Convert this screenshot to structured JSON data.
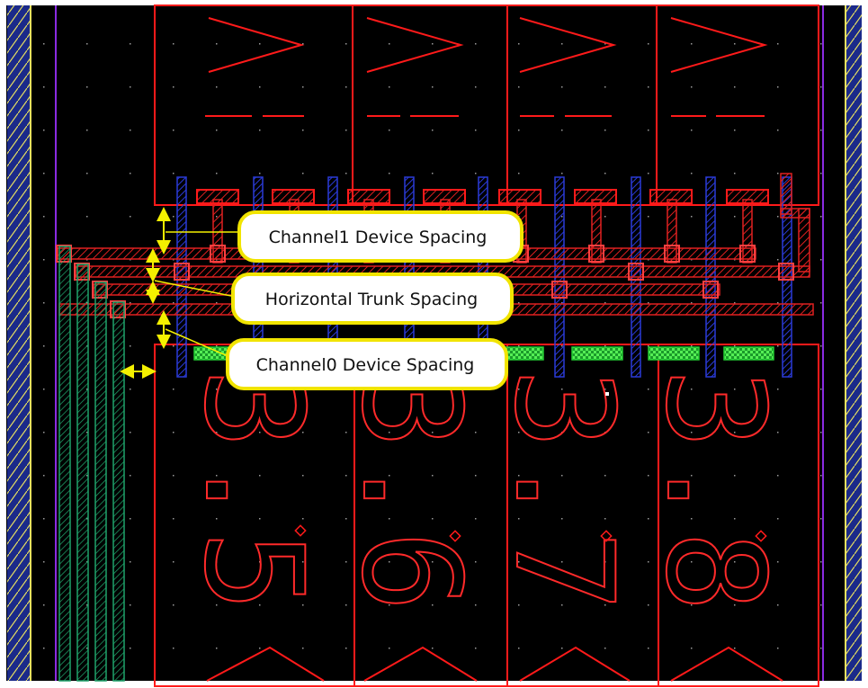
{
  "colors": {
    "background": "#000000",
    "device_outline": "#ff1a1a",
    "metal_red": "#e02020",
    "metal_blue": "#2a3bd8",
    "trunk_green": "#1fa36a",
    "diffusion_green": "#22cc33",
    "boundary_purple": "#8a2be2",
    "rail_blue": "#3a5bd8",
    "rail_yellow": "#e8e060",
    "arrow_yellow": "#f4f000",
    "callout_fill": "#ffffff",
    "callout_border": "#f1e400"
  },
  "callouts": [
    {
      "id": "channel1",
      "text": "Channel1 Device Spacing"
    },
    {
      "id": "trunk",
      "text": "Horizontal Trunk Spacing"
    },
    {
      "id": "channel0",
      "text": "Channel0 Device Spacing"
    }
  ],
  "devices": {
    "bottom_labels": [
      "3.5",
      "3.6",
      "3.7",
      "3.8"
    ]
  },
  "icons": [
    "spacing-arrow-icon",
    "contact-pad-icon"
  ]
}
